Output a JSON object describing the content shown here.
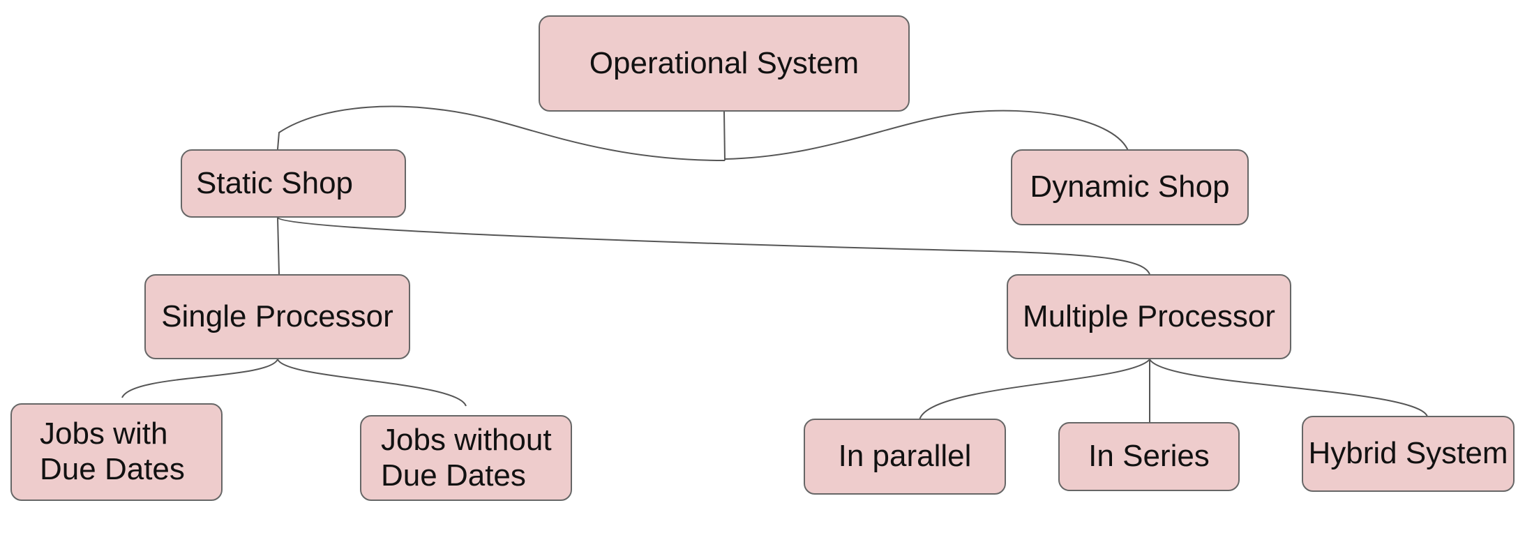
{
  "nodes": {
    "operational_system": "Operational System",
    "static_shop": "Static Shop",
    "dynamic_shop": "Dynamic Shop",
    "single_processor": "Single Processor",
    "multiple_processor": "Multiple Processor",
    "jobs_with_due_dates": [
      "Jobs with",
      "Due Dates"
    ],
    "jobs_without_due_dates": [
      "Jobs without",
      "Due Dates"
    ],
    "in_parallel": "In parallel",
    "in_series": "In Series",
    "hybrid_system": "Hybrid System"
  },
  "colors": {
    "node_fill": "#eecccc",
    "node_border": "#666666",
    "connector": "#555555"
  }
}
